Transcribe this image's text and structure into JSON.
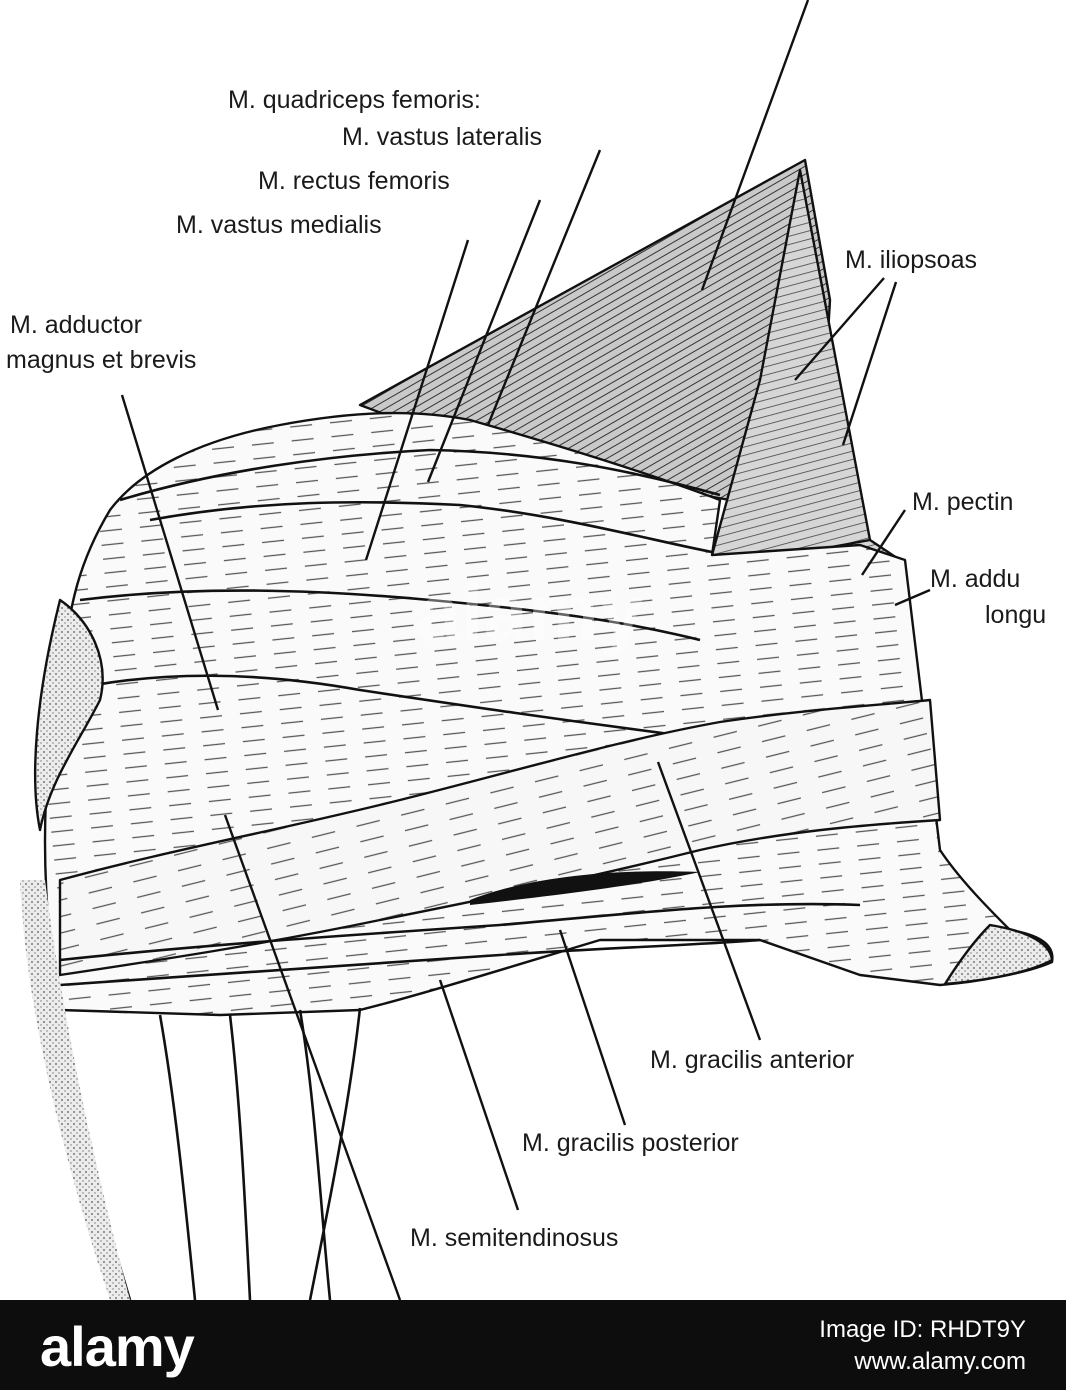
{
  "labels": {
    "quadriceps_group": "M. quadriceps femoris:",
    "vastus_lateralis": "M. vastus lateralis",
    "rectus_femoris": "M. rectus femoris",
    "vastus_medialis": "M. vastus medialis",
    "adductor_magnus_line1": "M. adductor",
    "adductor_magnus_line2": "magnus et brevis",
    "iliopsoas": "M. iliopsoas",
    "pectineus": "M. pectin",
    "adductor_longus_line1": "M. addu",
    "adductor_longus_line2": "longu",
    "gracilis_anterior": "M. gracilis anterior",
    "gracilis_posterior": "M. gracilis posterior",
    "semitendinosus": "M. semitendinosus"
  },
  "watermark": "alamy",
  "footer": {
    "brand": "alamy",
    "image_id": "Image ID: RHDT9Y",
    "url": "www.alamy.com"
  },
  "colors": {
    "line": "#111111",
    "shade_dark": "#8a8a8a",
    "shade_mid": "#bdbdbd",
    "shade_light": "#f4f4f4",
    "footer_bg": "#0d0d0d"
  }
}
